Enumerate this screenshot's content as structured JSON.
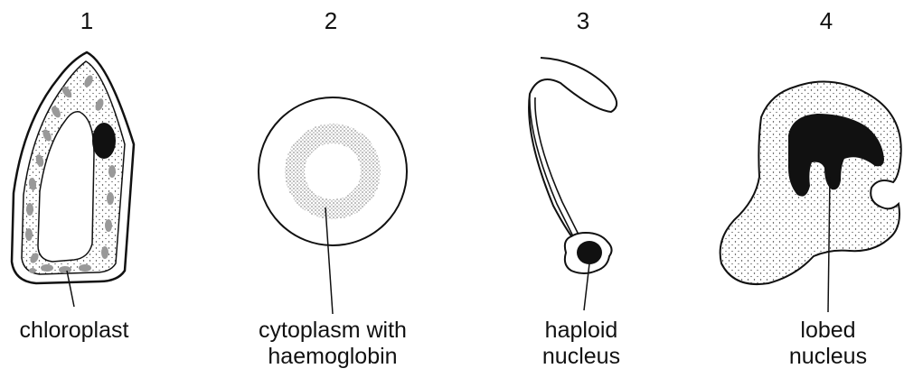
{
  "cells": [
    {
      "number": "1",
      "label_lines": [
        "chloroplast"
      ]
    },
    {
      "number": "2",
      "label_lines": [
        "cytoplasm with",
        "haemoglobin"
      ]
    },
    {
      "number": "3",
      "label_lines": [
        "haploid",
        "nucleus"
      ]
    },
    {
      "number": "4",
      "label_lines": [
        "lobed",
        "nucleus"
      ]
    }
  ]
}
